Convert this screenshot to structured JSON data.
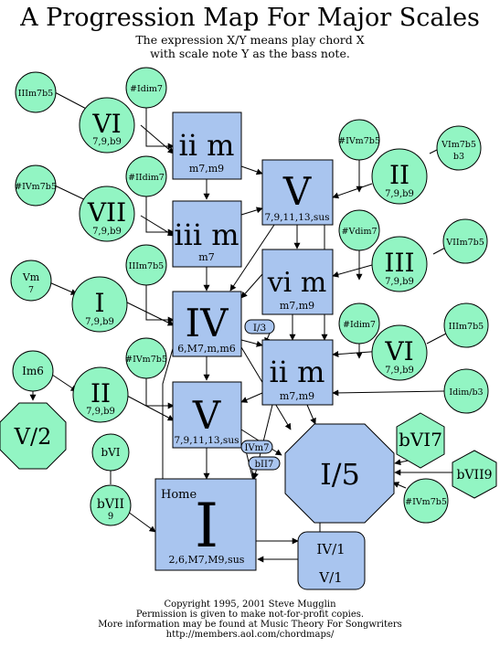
{
  "header": {
    "title": "A Progression Map For Major Scales",
    "subtitle_line1": "The expression X/Y means play chord X",
    "subtitle_line2": "with scale note Y as the bass note."
  },
  "colors": {
    "box_fill": "#a9c5ef",
    "circle_fill": "#92f5c3",
    "edge": "#000000",
    "background": "#ffffff"
  },
  "boxes": {
    "ii_top": {
      "main": "ii m",
      "ext": "m7,m9"
    },
    "V_top": {
      "main": "V",
      "ext": "7,9,11,13,sus"
    },
    "iii": {
      "main": "iii m",
      "ext": "m7"
    },
    "vi": {
      "main": "vi m",
      "ext": "m7,m9"
    },
    "IV": {
      "main": "IV",
      "ext": "6,M7,m,m6"
    },
    "ii_mid": {
      "main": "ii m",
      "ext": "m7,m9"
    },
    "V_bottom": {
      "main": "V",
      "ext": "7,9,11,13,sus"
    },
    "I_home": {
      "corner": "Home",
      "main": "I",
      "ext": "2,6,M7,M9,sus"
    },
    "IV1_V1": {
      "line1": "IV/1",
      "line2": "V/1"
    }
  },
  "chips": {
    "I3": "I/3",
    "IVm7": "IVm7",
    "bII7": "bII7"
  },
  "big_circles": {
    "VI_left": {
      "main": "VI",
      "ext": "7,9,b9"
    },
    "VII": {
      "main": "VII",
      "ext": "7,9,b9"
    },
    "I_left": {
      "main": "I",
      "ext": "7,9,b9"
    },
    "II_left": {
      "main": "II",
      "ext": "7,9,b9"
    },
    "II_right": {
      "main": "II",
      "ext": "7,9,b9"
    },
    "III": {
      "main": "III",
      "ext": "7,9,b9"
    },
    "VI_right": {
      "main": "VI",
      "ext": "7,9,b9"
    },
    "bVII": {
      "main": "bVII",
      "ext": "9"
    }
  },
  "small_circles": {
    "IIIm7b5_a": "IIIm7b5",
    "sharpIdim7_a": "#Idim7",
    "sharpIVm7b5_a": "#IVm7b5",
    "sharpIIdim7": "#IIdim7",
    "Vm": {
      "line1": "Vm",
      "line2": "7"
    },
    "IIIm7b5_b": "IIIm7b5",
    "sharpIVm7b5_b": "#IVm7b5",
    "Im6": "Im6",
    "bVI": "bVI",
    "sharpIVm7b5_c": "#IVm7b5",
    "VIm7b5": {
      "line1": "VIm7b5",
      "line2": "b3"
    },
    "sharpVdim7": "#Vdim7",
    "VIIm7b5": "VIIm7b5",
    "sharpIdim7_b": "#Idim7",
    "IIIm7b5_c": "IIIm7b5",
    "Idimb3": "Idim/b3",
    "sharpIVm7b5_d": "#IVm7b5"
  },
  "octagons": {
    "V2": "V/2",
    "I5": "I/5"
  },
  "hexagons": {
    "bVI7": "bVI7",
    "bVII9": "bVII9"
  },
  "footer": {
    "copyright": "Copyright 1995, 2001 Steve Mugglin",
    "permission": "Permission is given to make not-for-profit copies.",
    "more_info": "More information may be found at Music Theory For Songwriters",
    "url": "http://members.aol.com/chordmaps/"
  }
}
